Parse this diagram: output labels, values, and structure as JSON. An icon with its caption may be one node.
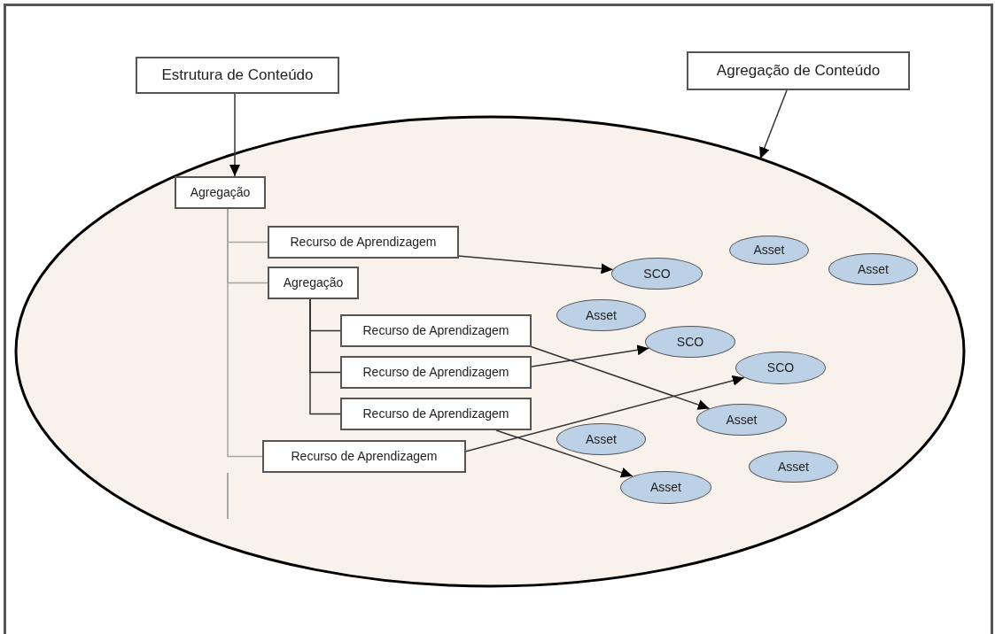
{
  "diagram": {
    "nodes": [
      {
        "text": [
          "Estrutura de Conteúdo"
        ]
      },
      {
        "text": [
          "Agregação de Conteúdo"
        ]
      },
      {
        "text": [],
        "shape": "ellipse"
      },
      {
        "text": [
          "Agregação"
        ],
        "in": 2
      },
      {
        "text": [
          "Recurso de Aprendizagem"
        ],
        "in": 2
      },
      {
        "text": [
          "Agregação"
        ],
        "in": 2
      },
      {
        "text": [
          "Recurso de Aprendizagem"
        ],
        "in": 2
      },
      {
        "text": [
          "Recurso de Aprendizagem"
        ],
        "in": 2
      },
      {
        "text": [
          "Recurso de Aprendizagem"
        ],
        "in": 2
      },
      {
        "text": [
          "Recurso de Aprendizagem"
        ],
        "in": 2
      },
      {
        "text": [
          "Asset"
        ],
        "in": 2
      },
      {
        "text": [
          "SCO"
        ],
        "in": 2
      },
      {
        "text": [
          "Asset"
        ],
        "in": 2
      },
      {
        "text": [
          "Asset"
        ],
        "in": 2
      },
      {
        "text": [
          "SCO"
        ],
        "in": 2
      },
      {
        "text": [
          "SCO"
        ],
        "in": 2
      },
      {
        "text": [
          "Asset"
        ],
        "in": 2
      },
      {
        "text": [
          "Asset"
        ],
        "in": 2
      },
      {
        "text": [
          "Asset"
        ],
        "in": 2
      },
      {
        "text": [
          "Asset"
        ],
        "in": 2
      }
    ],
    "edges": [
      {
        "from": 0,
        "to": 3,
        "arrow": "to"
      },
      {
        "from": 1,
        "to": 2,
        "arrow": "to"
      },
      {
        "from": 3,
        "to": 4,
        "arrow": "none",
        "color": "#a6a6a6"
      },
      {
        "from": 3,
        "to": 5,
        "arrow": "none",
        "color": "#a6a6a6"
      },
      {
        "from": 3,
        "to": 9,
        "arrow": "none",
        "color": "#a6a6a6"
      },
      {
        "from": 5,
        "to": 6,
        "arrow": "none"
      },
      {
        "from": 5,
        "to": 7,
        "arrow": "none"
      },
      {
        "from": 5,
        "to": 8,
        "arrow": "none"
      },
      {
        "from": 4,
        "to": 11,
        "arrow": "to"
      },
      {
        "from": 6,
        "to": 16,
        "arrow": "to"
      },
      {
        "from": 7,
        "to": 14,
        "arrow": "to"
      },
      {
        "from": 9,
        "to": 15,
        "arrow": "to"
      },
      {
        "from": 8,
        "to": 19,
        "arrow": "to"
      }
    ]
  }
}
